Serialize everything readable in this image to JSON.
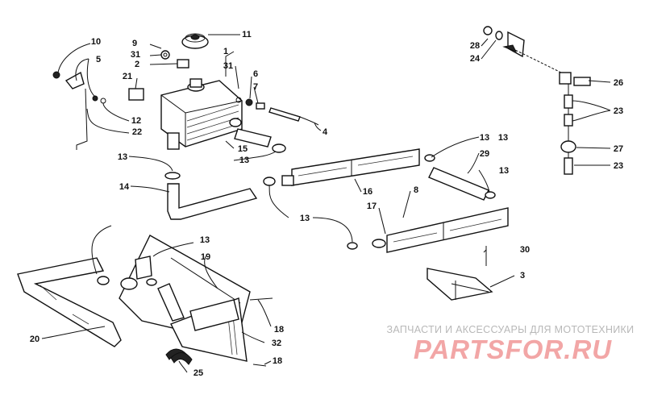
{
  "callouts": [
    "10",
    "5",
    "9",
    "31",
    "2",
    "11",
    "1",
    "31",
    "21",
    "6",
    "7",
    "12",
    "22",
    "4",
    "15",
    "13",
    "13",
    "14",
    "16",
    "13",
    "8",
    "17",
    "28",
    "24",
    "26",
    "23",
    "27",
    "23",
    "13",
    "29",
    "13",
    "13",
    "30",
    "3",
    "19",
    "13",
    "20",
    "18",
    "32",
    "25",
    "18"
  ],
  "watermark": {
    "caption": "ЗАПЧАСТИ И АКСЕССУАРЫ ДЛЯ МОТОТЕХНИКИ",
    "brand": "PARTSFOR.RU"
  }
}
